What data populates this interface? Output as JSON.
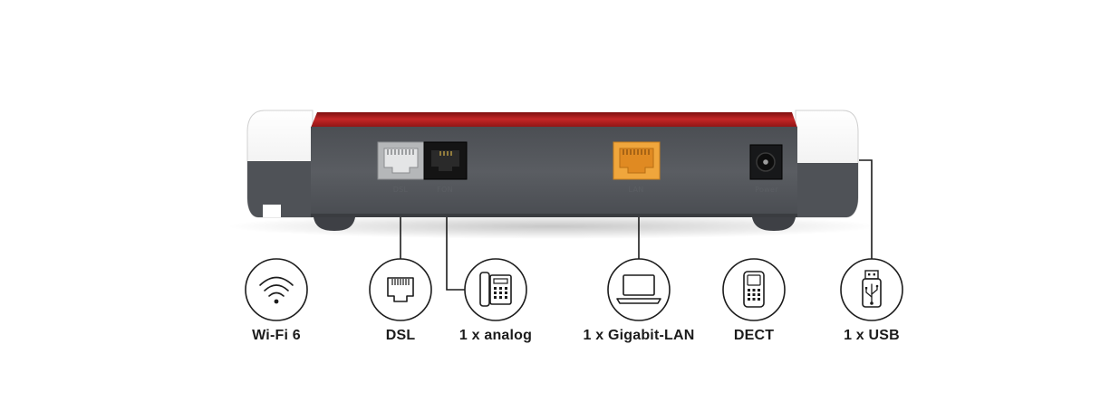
{
  "ports": {
    "dsl": "DSL",
    "fon": "FON",
    "lan": "LAN",
    "power": "Power"
  },
  "features": {
    "wifi": "Wi-Fi 6",
    "dsl": "DSL",
    "analog": "1 x analog",
    "lan": "1 x Gigabit-LAN",
    "dect": "DECT",
    "usb": "1 x USB"
  },
  "colors": {
    "housing_dark": "#55585d",
    "housing_light": "#f3f3f3",
    "top_red": "#b31e1e",
    "dsl_port": "#b5b7b9",
    "fon_port": "#141414",
    "lan_port": "#f0a63c",
    "icon_stroke": "#1c1c1c"
  },
  "icons": {
    "wifi": "wifi-icon",
    "dsl": "ethernet-port-icon",
    "analog": "desk-phone-icon",
    "lan": "laptop-icon",
    "dect": "cordless-phone-icon",
    "usb": "usb-stick-icon"
  }
}
